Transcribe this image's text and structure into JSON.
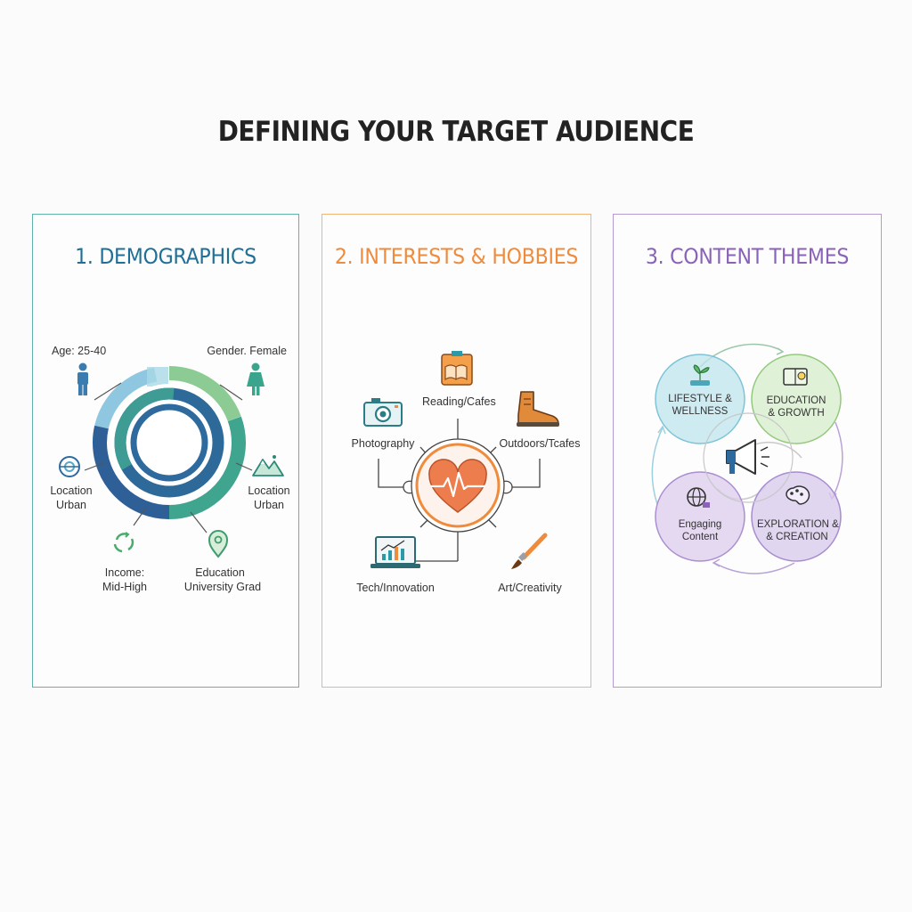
{
  "title": "DEFINING YOUR TARGET AUDIENCE",
  "panels": {
    "demographics": {
      "title": "1. DEMOGRAPHICS",
      "labels": {
        "age": "Age: 25-40",
        "gender": "Gender. Female",
        "location_left_1": "Location",
        "location_left_2": "Urban",
        "location_right_1": "Location",
        "location_right_2": "Urban",
        "income_1": "Income:",
        "income_2": "Mid-High",
        "education_1": "Education",
        "education_2": "University Grad"
      }
    },
    "interests": {
      "title": "2. INTERESTS & HOBBIES",
      "labels": {
        "reading": "Reading/Cafes",
        "photography": "Photography",
        "outdoors": "Outdoors/Tcafes",
        "tech": "Tech/Innovation",
        "art": "Art/Creativity"
      }
    },
    "content": {
      "title": "3. CONTENT THEMES",
      "circles": {
        "lifestyle_1": "LIFESTYLE &",
        "lifestyle_2": "WELLNESS",
        "education_1": "EDUCATION",
        "education_2": "& GROWTH",
        "engaging_1": "Engaging",
        "engaging_2": "Content",
        "exploration_1": "EXPLORATION &",
        "exploration_2": "& CREATION"
      }
    }
  },
  "colors": {
    "demographics": "#1f6f97",
    "interests": "#ef8b3c",
    "content": "#8a63b8"
  },
  "icons": {
    "age": "person-male-icon",
    "gender": "person-female-icon",
    "location_left": "globe-icon",
    "location_right": "mountain-icon",
    "income": "recycle-icon",
    "education": "map-pin-icon",
    "reading": "book-icon",
    "photography": "camera-icon",
    "outdoors": "hiking-boot-icon",
    "tech": "laptop-chart-icon",
    "art": "paintbrush-icon",
    "center_interests": "heart-pulse-icon",
    "center_content": "megaphone-icon"
  }
}
